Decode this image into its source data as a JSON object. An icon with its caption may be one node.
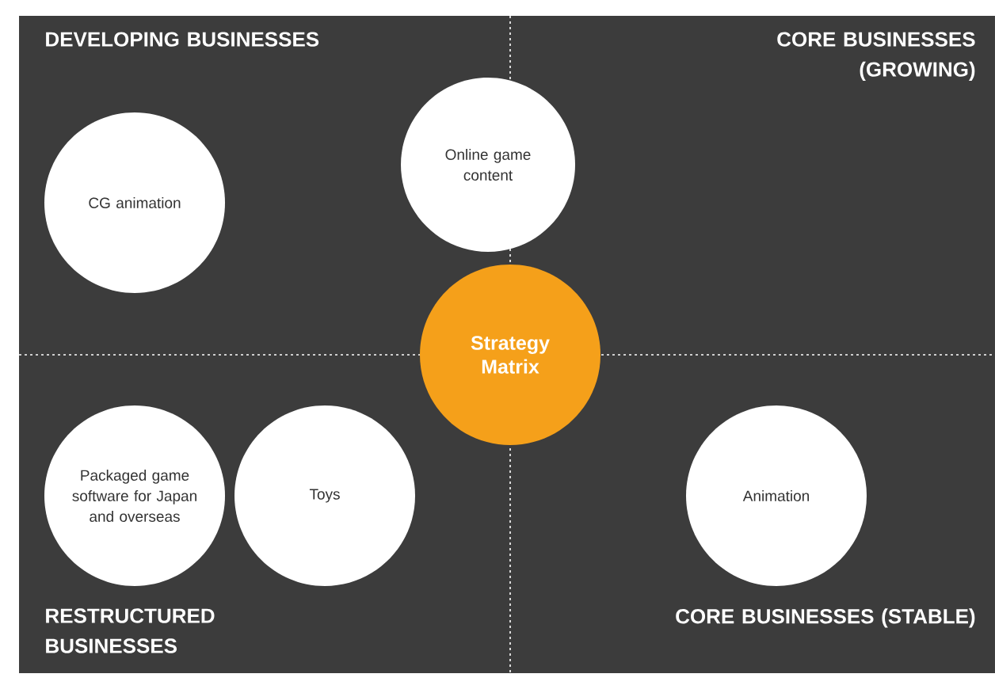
{
  "diagram": {
    "nodes": [
      {
        "text": [
          "CG animation"
        ]
      },
      {
        "text": [
          "Online game content"
        ]
      },
      {
        "text": [
          "Strategy Matrix"
        ]
      },
      {
        "text": [
          "Packaged game software for Japan and overseas"
        ]
      },
      {
        "text": [
          "Toys"
        ]
      },
      {
        "text": [
          "Animation"
        ]
      }
    ],
    "labels": [
      "DEVELOPING BUSINESSES",
      "CORE BUSINESSES (GROWING)",
      "RESTRUCTURED BUSINESSES",
      "CORE BUSINESSES (STABLE)"
    ]
  }
}
